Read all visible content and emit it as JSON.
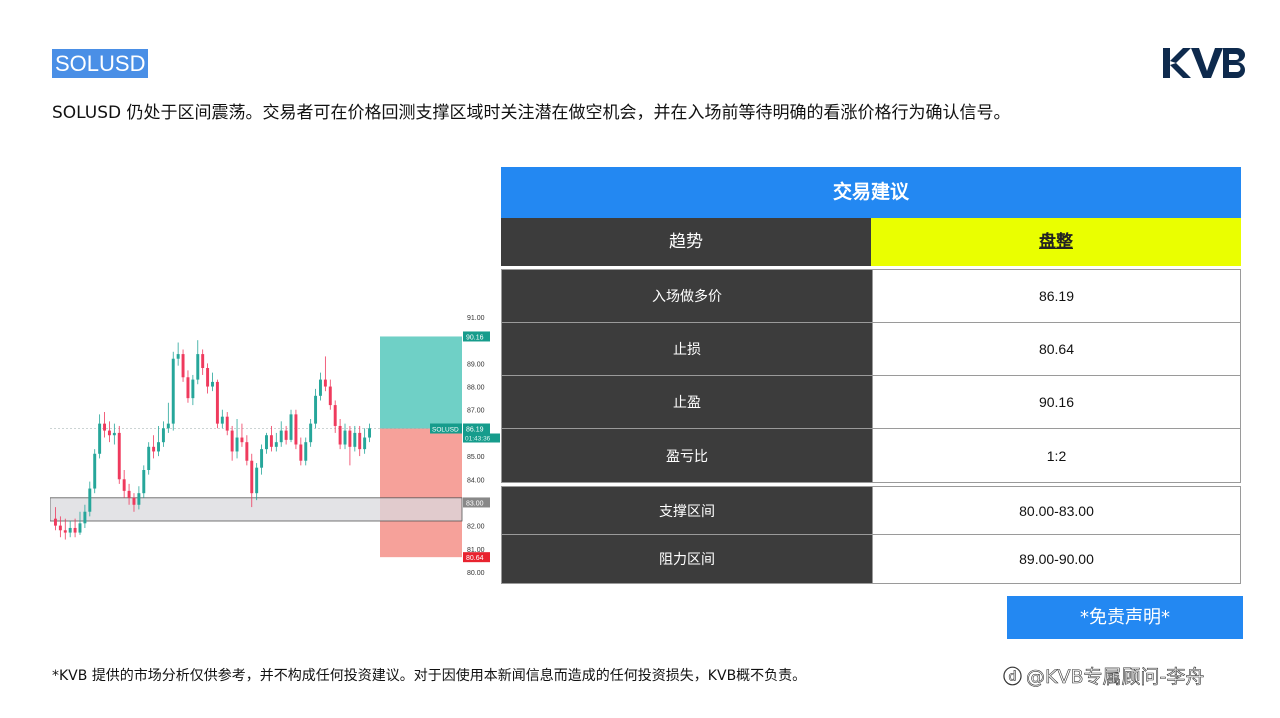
{
  "header": {
    "symbol": "SOLUSD",
    "logo_text": "KVB",
    "summary": "SOLUSD 仍处于区间震荡。交易者可在价格回测支撑区域时关注潜在做空机会，并在入场前等待明确的看涨价格行为确认信号。"
  },
  "trade_panel": {
    "title": "交易建议",
    "trend_label": "趋势",
    "trend_value": "盘整",
    "rows": [
      {
        "label": "入场做多价",
        "value": "86.19"
      },
      {
        "label": "止损",
        "value": "80.64"
      },
      {
        "label": "止盈",
        "value": "90.16"
      },
      {
        "label": "盈亏比",
        "value": "1:2"
      }
    ],
    "zones": [
      {
        "label": "支撑区间",
        "value": "80.00-83.00"
      },
      {
        "label": "阻力区间",
        "value": "89.00-90.00"
      }
    ]
  },
  "disclaimer_button": "*免责声明*",
  "footer_note": "*KVB 提供的市场分析仅供参考，并不构成任何投资建议。对于因使用本新闻信息而造成的任何投资损失，KVB概不负责。",
  "watermark": "@KVB专属顾问-李舟",
  "colors": {
    "accent_blue": "#2388f2",
    "dark_cell": "#3c3c3c",
    "trend_yellow": "#eaff00",
    "bull_candle": "#26a69a",
    "bear_candle": "#ef3a5d",
    "target_zone": "#6fd0c6",
    "stop_zone": "#f6a19a",
    "support_band": "#d9d9de"
  },
  "chart_data": {
    "type": "candlestick",
    "symbol_tag": "SOLUSD",
    "y_axis_ticks": [
      "91.00",
      "89.00",
      "88.00",
      "87.00",
      "85.00",
      "84.00",
      "83.00",
      "82.00",
      "81.00",
      "80.00"
    ],
    "price_labels": {
      "take_profit": "90.16",
      "entry": "86.19",
      "entry_timer": "01:43:36",
      "support_top": "83.00",
      "stop_loss": "80.64"
    },
    "ylim": [
      80,
      91
    ],
    "support_zone": [
      82.2,
      83.2
    ],
    "position": {
      "entry": 86.19,
      "take_profit": 90.16,
      "stop_loss": 80.64
    },
    "candles": [
      [
        82.3,
        82.0,
        82.8,
        81.8
      ],
      [
        82.0,
        81.8,
        82.4,
        81.5
      ],
      [
        81.8,
        81.7,
        82.3,
        81.4
      ],
      [
        81.7,
        81.9,
        82.2,
        81.5
      ],
      [
        81.9,
        81.7,
        82.3,
        81.5
      ],
      [
        81.7,
        82.1,
        82.6,
        81.6
      ],
      [
        82.1,
        82.6,
        82.9,
        81.9
      ],
      [
        82.6,
        83.6,
        83.9,
        82.4
      ],
      [
        83.6,
        85.1,
        85.3,
        83.4
      ],
      [
        85.1,
        86.4,
        86.8,
        84.9
      ],
      [
        86.4,
        86.1,
        86.9,
        85.8
      ],
      [
        86.1,
        85.9,
        86.5,
        85.6
      ],
      [
        85.9,
        86.0,
        86.4,
        85.5
      ],
      [
        86.0,
        84.0,
        86.3,
        83.8
      ],
      [
        84.0,
        83.5,
        84.4,
        83.2
      ],
      [
        83.5,
        83.2,
        83.8,
        82.9
      ],
      [
        83.2,
        82.9,
        83.4,
        82.6
      ],
      [
        82.9,
        83.4,
        83.7,
        82.7
      ],
      [
        83.4,
        84.4,
        84.6,
        83.2
      ],
      [
        84.4,
        85.4,
        85.6,
        84.2
      ],
      [
        85.4,
        85.2,
        85.9,
        84.9
      ],
      [
        85.2,
        85.6,
        86.3,
        85.0
      ],
      [
        85.6,
        86.2,
        86.5,
        85.4
      ],
      [
        86.2,
        86.4,
        87.3,
        86.0
      ],
      [
        86.4,
        89.2,
        89.5,
        86.1
      ],
      [
        89.2,
        89.4,
        89.9,
        88.9
      ],
      [
        89.4,
        88.4,
        89.6,
        88.2
      ],
      [
        88.4,
        87.5,
        88.7,
        87.3
      ],
      [
        87.5,
        88.3,
        88.5,
        87.2
      ],
      [
        88.3,
        89.4,
        90.0,
        88.1
      ],
      [
        89.4,
        88.8,
        89.6,
        88.5
      ],
      [
        88.8,
        88.0,
        89.0,
        87.7
      ],
      [
        88.0,
        88.2,
        88.6,
        87.8
      ],
      [
        88.2,
        86.4,
        88.3,
        86.2
      ],
      [
        86.4,
        86.7,
        87.0,
        86.2
      ],
      [
        86.7,
        86.1,
        86.9,
        85.9
      ],
      [
        86.1,
        85.2,
        86.3,
        84.8
      ],
      [
        85.2,
        85.8,
        86.6,
        84.9
      ],
      [
        85.8,
        85.6,
        86.4,
        85.4
      ],
      [
        85.6,
        84.8,
        85.9,
        84.6
      ],
      [
        84.8,
        83.4,
        85.1,
        82.8
      ],
      [
        83.4,
        84.5,
        84.7,
        83.1
      ],
      [
        84.5,
        85.3,
        85.5,
        84.2
      ],
      [
        85.3,
        85.9,
        86.0,
        85.1
      ],
      [
        85.9,
        85.4,
        86.3,
        85.2
      ],
      [
        85.4,
        85.6,
        86.0,
        85.2
      ],
      [
        85.6,
        86.1,
        86.5,
        85.4
      ],
      [
        86.1,
        85.7,
        86.3,
        85.5
      ],
      [
        85.7,
        86.8,
        87.0,
        85.6
      ],
      [
        86.8,
        85.5,
        87.0,
        85.3
      ],
      [
        85.5,
        84.8,
        85.8,
        84.6
      ],
      [
        84.8,
        85.6,
        85.8,
        84.6
      ],
      [
        85.6,
        86.4,
        86.6,
        85.4
      ],
      [
        86.4,
        87.6,
        87.9,
        86.2
      ],
      [
        87.6,
        88.3,
        88.6,
        87.4
      ],
      [
        88.3,
        88.0,
        89.3,
        87.8
      ],
      [
        88.0,
        87.2,
        88.3,
        87.0
      ],
      [
        87.2,
        86.3,
        87.4,
        86.0
      ],
      [
        86.3,
        85.5,
        86.6,
        85.3
      ],
      [
        85.5,
        86.1,
        86.4,
        85.3
      ],
      [
        86.1,
        85.4,
        86.3,
        84.6
      ],
      [
        85.4,
        86.0,
        86.3,
        85.2
      ],
      [
        86.0,
        85.3,
        86.3,
        85.0
      ],
      [
        85.3,
        85.8,
        86.2,
        85.1
      ],
      [
        85.8,
        86.2,
        86.4,
        85.6
      ]
    ]
  }
}
